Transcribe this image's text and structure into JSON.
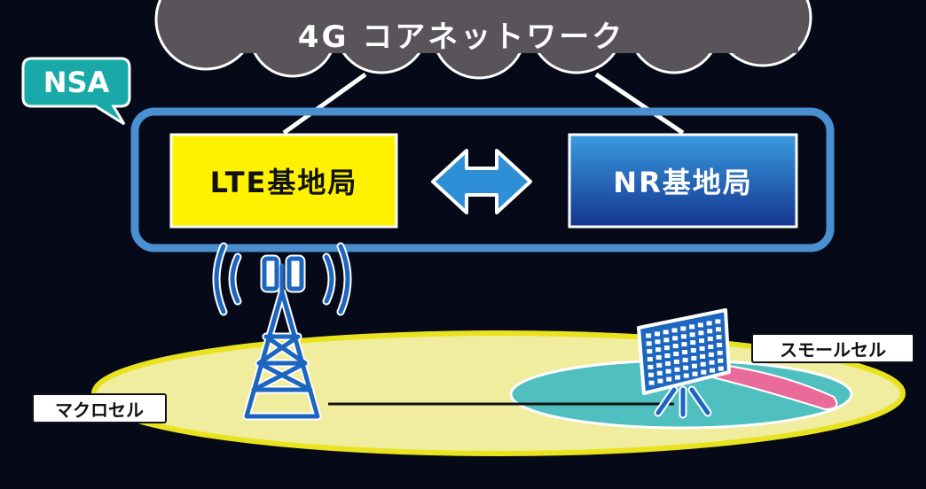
{
  "core_network": {
    "label": "4G コアネットワーク"
  },
  "architecture": {
    "badge": "NSA"
  },
  "lte_station": {
    "label": "LTE基地局"
  },
  "nr_station": {
    "label": "NR基地局"
  },
  "cells": {
    "macro": "マクロセル",
    "small": "スモールセル"
  },
  "colors": {
    "background": "#060a18",
    "cloud": "#58545a",
    "nsa_frame": "#4a90d0",
    "nsa_badge": "#1aa9a9",
    "lte_box": "#fff200",
    "nr_box_top": "#3a9be0",
    "nr_box_bottom": "#14348f",
    "arrow": "#2f8fd6",
    "tower": "#1d66c0",
    "macro_cell": "#f0ed9e",
    "small_cell": "#4fbfbf",
    "beam": "#ea6a9a"
  }
}
